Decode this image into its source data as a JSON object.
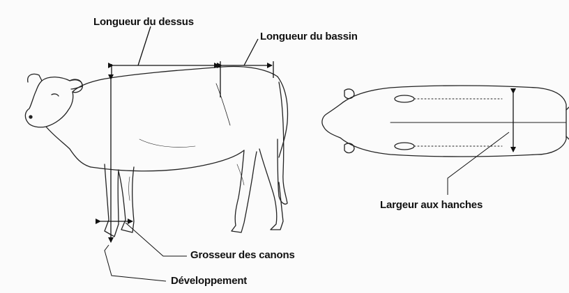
{
  "labels": {
    "longueur_dessus": "Longueur du dessus",
    "longueur_bassin": "Longueur du bassin",
    "largeur_hanches": "Largeur aux hanches",
    "grosseur_canons": "Grosseur des canons",
    "developpement": "Développement"
  },
  "colors": {
    "ink": "#111111",
    "paper": "#fbfbfb"
  }
}
